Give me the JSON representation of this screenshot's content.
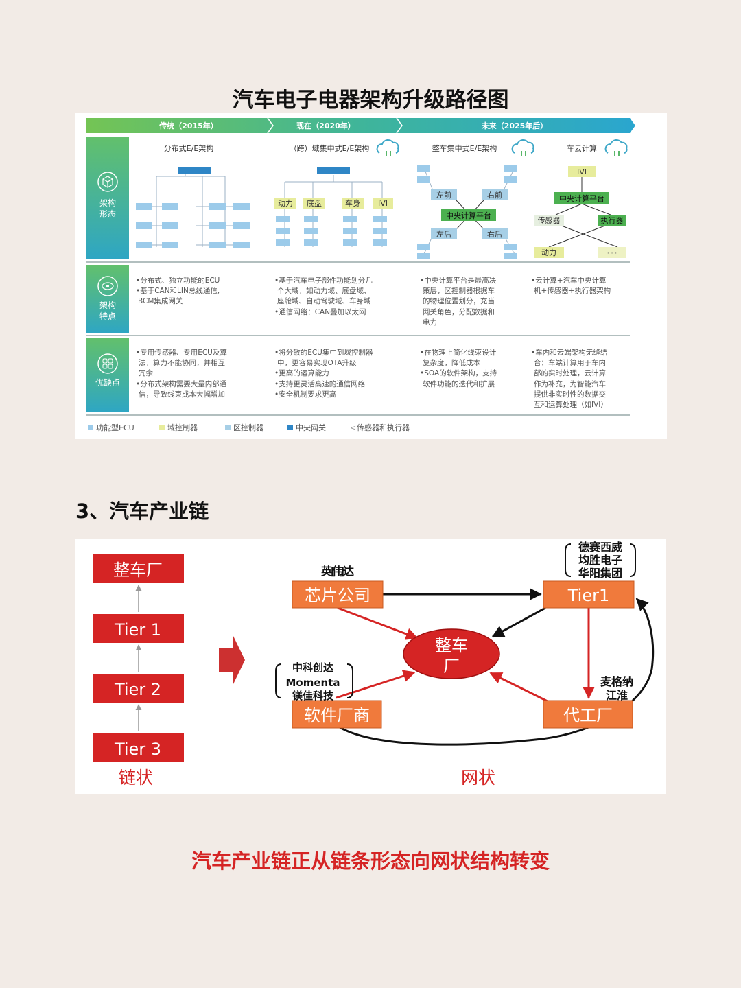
{
  "title": "汽车电子电器架构升级路径图",
  "arch": {
    "phases": [
      "传统（2015年）",
      "现在（2020年）",
      "未来（2025年后）"
    ],
    "rows": [
      {
        "label_line1": "架构",
        "label_line2": "形态"
      },
      {
        "label_line1": "架构",
        "label_line2": "特点"
      },
      {
        "label_line1": "优缺点",
        "label_line2": ""
      }
    ],
    "columns": [
      {
        "name": "分布式E/E架构",
        "features": [
          "•分布式、独立功能的ECU",
          "•基于CAN和LIN总线通信,",
          "BCM集成网关"
        ],
        "pros_cons": [
          "•专用传感器、专用ECU及算",
          "法，算力不能协同，并相互",
          "冗余",
          "•分布式架构需要大量内部通",
          "信，导致线束成本大幅增加"
        ]
      },
      {
        "name": "（跨）域集中式E/E架构",
        "features": [
          "•基于汽车电子部件功能划分几",
          "个大域，如动力域、底盘域、",
          "座舱域、自动驾驶域、车身域",
          "•通信网络：CAN叠加以太网"
        ],
        "pros_cons": [
          "•将分散的ECU集中到域控制器",
          "中，更容易实现OTA升级",
          "•更高的运算能力",
          "•支持更灵活高速的通信网络",
          "•安全机制要求更高"
        ],
        "domains": [
          "动力",
          "底盘",
          "车身",
          "IVI"
        ]
      },
      {
        "name": "整车集中式E/E架构",
        "features": [
          "•中央计算平台是最高决",
          "策层，区控制器根据车",
          "的物理位置划分，充当",
          "网关角色，分配数据和",
          "电力"
        ],
        "pros_cons": [
          "•在物理上简化线束设计",
          "复杂度，降低成本",
          "•SOA的软件架构，支持",
          "软件功能的迭代和扩展"
        ],
        "zones": [
          "左前",
          "右前",
          "左后",
          "右后"
        ],
        "center": "中央计算平台"
      },
      {
        "name": "车云计算",
        "features": [
          "•云计算+汽车中央计算",
          "机+传感器+执行器架构"
        ],
        "pros_cons": [
          "•车内和云端架构无缝结",
          "合：车端计算用于车内",
          "部的实时处理，云计算",
          "作为补充，为智能汽车",
          "提供非实时性的数据交",
          "互和运算处理（如IVI）"
        ],
        "nodes": {
          "ivi": "IVI",
          "center": "中央计算平台",
          "sensor": "传感器",
          "actuator": "执行器",
          "power": "动力",
          "more": "· · ·"
        }
      }
    ],
    "legend": [
      "功能型ECU",
      "域控制器",
      "区控制器",
      "中央网关",
      "传感器和执行器"
    ]
  },
  "section_title": "3、汽车产业链",
  "chain": {
    "nodes": [
      "整车厂",
      "Tier 1",
      "Tier 2",
      "Tier 3"
    ],
    "caption": "链状"
  },
  "network": {
    "chip": "芯片公司",
    "chip_examples": "英伟达",
    "tier1": "Tier1",
    "tier1_examples": [
      "德赛西威",
      "均胜电子",
      "华阳集团"
    ],
    "oem_line1": "整车",
    "oem_line2": "厂",
    "software": "软件厂商",
    "software_examples": [
      "中科创达",
      "Momenta",
      "镁佳科技"
    ],
    "foundry": "代工厂",
    "foundry_examples": [
      "麦格纳",
      "江淮"
    ],
    "caption": "网状"
  },
  "conclusion": "汽车产业链正从链条形态向网状结构转变",
  "colors": {
    "accent_red": "#d52424",
    "orange": "#f07a3c",
    "green": "#3cb371",
    "ecu_blue": "#9ccbea",
    "domain_yellow": "#e7ec9c"
  }
}
